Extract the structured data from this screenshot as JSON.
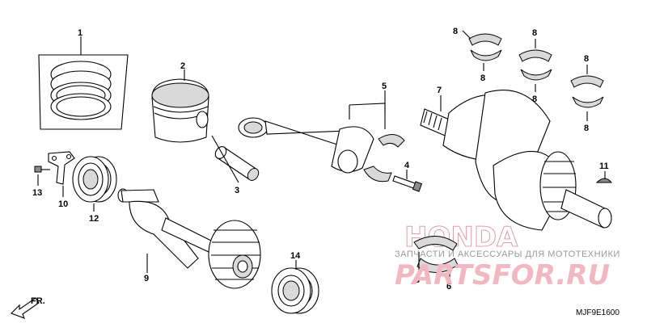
{
  "diagram": {
    "part_numbers": [
      {
        "id": "p1",
        "label": "1"
      },
      {
        "id": "p2",
        "label": "2"
      },
      {
        "id": "p3",
        "label": "3"
      },
      {
        "id": "p4",
        "label": "4"
      },
      {
        "id": "p5",
        "label": "5"
      },
      {
        "id": "p6a",
        "label": "6"
      },
      {
        "id": "p6b",
        "label": "6"
      },
      {
        "id": "p7",
        "label": "7"
      },
      {
        "id": "p8a",
        "label": "8"
      },
      {
        "id": "p8b",
        "label": "8"
      },
      {
        "id": "p8c",
        "label": "8"
      },
      {
        "id": "p8d",
        "label": "8"
      },
      {
        "id": "p8e",
        "label": "8"
      },
      {
        "id": "p8f",
        "label": "8"
      },
      {
        "id": "p9",
        "label": "9"
      },
      {
        "id": "p10",
        "label": "10"
      },
      {
        "id": "p11",
        "label": "11"
      },
      {
        "id": "p12",
        "label": "12"
      },
      {
        "id": "p13",
        "label": "13"
      },
      {
        "id": "p14",
        "label": "14"
      }
    ],
    "direction_label": "FR.",
    "diagram_code": "MJF9E1600"
  },
  "watermark": {
    "logo_text": "HONDA",
    "caption": "ЗАПЧАСТИ И АКСЕССУАРЫ ДЛЯ МОТОТЕХНИКИ",
    "brand": "PARTSFOR.RU"
  },
  "colors": {
    "line": "#000000",
    "watermark_pink": "#f2b8c2",
    "watermark_gray": "#9a9a9a"
  }
}
